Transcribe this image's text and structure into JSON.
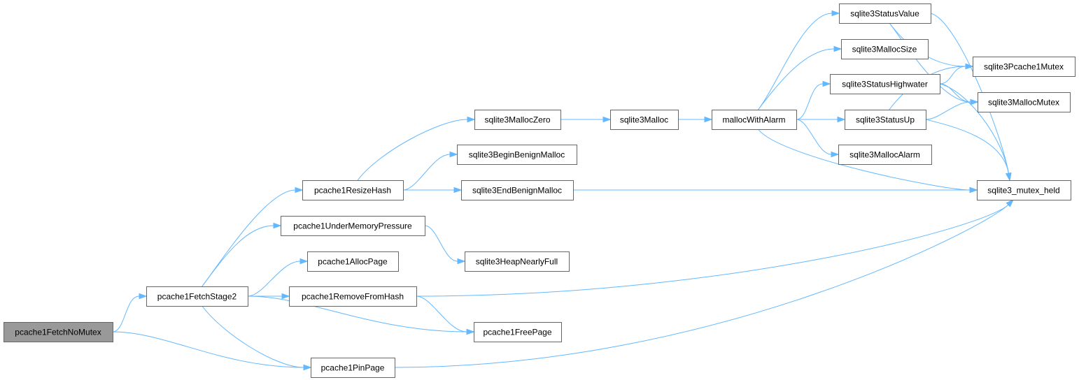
{
  "graph": {
    "nodes": [
      {
        "id": "fetchNoMutex",
        "label": "pcache1FetchNoMutex",
        "root": true
      },
      {
        "id": "fetchStage2",
        "label": "pcache1FetchStage2"
      },
      {
        "id": "resizeHash",
        "label": "pcache1ResizeHash"
      },
      {
        "id": "underMem",
        "label": "pcache1UnderMemoryPressure"
      },
      {
        "id": "allocPage",
        "label": "pcache1AllocPage"
      },
      {
        "id": "removeFromHash",
        "label": "pcache1RemoveFromHash"
      },
      {
        "id": "pinPage",
        "label": "pcache1PinPage"
      },
      {
        "id": "mallocZero",
        "label": "sqlite3MallocZero"
      },
      {
        "id": "beginBenign",
        "label": "sqlite3BeginBenignMalloc"
      },
      {
        "id": "endBenign",
        "label": "sqlite3EndBenignMalloc"
      },
      {
        "id": "heapNearlyFull",
        "label": "sqlite3HeapNearlyFull"
      },
      {
        "id": "freePage",
        "label": "pcache1FreePage"
      },
      {
        "id": "malloc",
        "label": "sqlite3Malloc"
      },
      {
        "id": "mallocWithAlarm",
        "label": "mallocWithAlarm"
      },
      {
        "id": "statusValue",
        "label": "sqlite3StatusValue"
      },
      {
        "id": "mallocSize",
        "label": "sqlite3MallocSize"
      },
      {
        "id": "statusHighwater",
        "label": "sqlite3StatusHighwater"
      },
      {
        "id": "statusUp",
        "label": "sqlite3StatusUp"
      },
      {
        "id": "mallocAlarm",
        "label": "sqlite3MallocAlarm"
      },
      {
        "id": "pcache1Mutex",
        "label": "sqlite3Pcache1Mutex"
      },
      {
        "id": "mallocMutex",
        "label": "sqlite3MallocMutex"
      },
      {
        "id": "mutexHeld",
        "label": "sqlite3_mutex_held"
      }
    ],
    "edges": [
      [
        "fetchNoMutex",
        "fetchStage2"
      ],
      [
        "fetchNoMutex",
        "pinPage"
      ],
      [
        "fetchStage2",
        "resizeHash"
      ],
      [
        "fetchStage2",
        "underMem"
      ],
      [
        "fetchStage2",
        "allocPage"
      ],
      [
        "fetchStage2",
        "removeFromHash"
      ],
      [
        "fetchStage2",
        "freePage"
      ],
      [
        "fetchStage2",
        "pinPage"
      ],
      [
        "resizeHash",
        "mallocZero"
      ],
      [
        "resizeHash",
        "beginBenign"
      ],
      [
        "resizeHash",
        "endBenign"
      ],
      [
        "resizeHash",
        "mutexHeld"
      ],
      [
        "underMem",
        "heapNearlyFull"
      ],
      [
        "removeFromHash",
        "freePage"
      ],
      [
        "removeFromHash",
        "mutexHeld"
      ],
      [
        "pinPage",
        "mutexHeld"
      ],
      [
        "mallocZero",
        "malloc"
      ],
      [
        "malloc",
        "mallocWithAlarm"
      ],
      [
        "mallocWithAlarm",
        "statusValue"
      ],
      [
        "mallocWithAlarm",
        "mallocSize"
      ],
      [
        "mallocWithAlarm",
        "statusHighwater"
      ],
      [
        "mallocWithAlarm",
        "statusUp"
      ],
      [
        "mallocWithAlarm",
        "mallocAlarm"
      ],
      [
        "mallocWithAlarm",
        "mutexHeld"
      ],
      [
        "statusValue",
        "pcache1Mutex"
      ],
      [
        "statusValue",
        "mallocMutex"
      ],
      [
        "statusValue",
        "mutexHeld"
      ],
      [
        "statusHighwater",
        "pcache1Mutex"
      ],
      [
        "statusHighwater",
        "mallocMutex"
      ],
      [
        "statusHighwater",
        "mutexHeld"
      ],
      [
        "statusUp",
        "pcache1Mutex"
      ],
      [
        "statusUp",
        "mallocMutex"
      ],
      [
        "statusUp",
        "mutexHeld"
      ]
    ]
  }
}
